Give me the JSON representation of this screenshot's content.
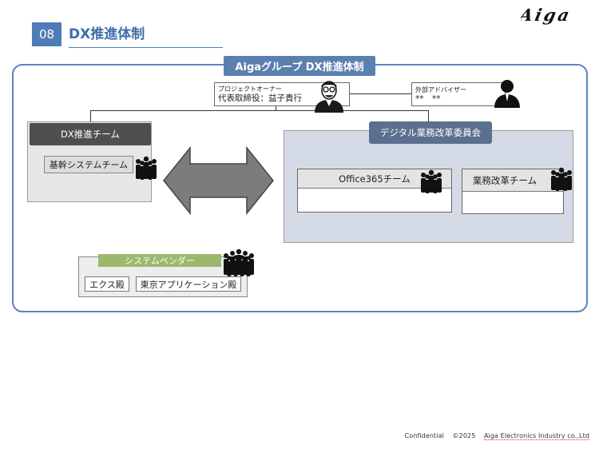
{
  "header": {
    "section_number": "08",
    "title": "DX推進体制",
    "logo_text": "Aiga"
  },
  "org": {
    "title": "Aigaグループ DX推進体制",
    "owner": {
      "role": "プロジェクトオーナー",
      "name": "代表取締役：益子貴行"
    },
    "advisor": {
      "role": "外部アドバイザー",
      "name": "**　**"
    },
    "dx_team": {
      "label": "DX推進チーム",
      "sub_team": "基幹システムチーム"
    },
    "committee": {
      "label": "デジタル業務改革委員会",
      "teams": [
        "Office365チーム",
        "業務改革チーム"
      ]
    },
    "vendor": {
      "label": "システムベンダー",
      "items": [
        "エクス殿",
        "東京アプリケーション殿"
      ]
    }
  },
  "footer": {
    "confidential": "Confidential",
    "copyright": "©2025",
    "company": "Aiga Electronics Industry co.,Ltd"
  },
  "colors": {
    "accent": "#4f7db8",
    "frame": "#5b84c0",
    "dx_header": "#4f4f51",
    "committee_bg": "#d5dbe6",
    "vendor_header": "#9bb86e"
  }
}
